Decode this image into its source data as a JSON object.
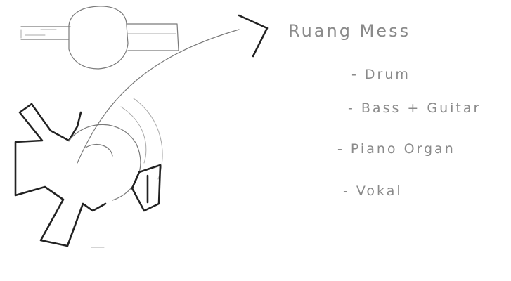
{
  "title": "Ruang Mess",
  "items": [
    "- Drum",
    "- Bass + Guitar",
    "- Piano Organ",
    "- Vokal"
  ]
}
